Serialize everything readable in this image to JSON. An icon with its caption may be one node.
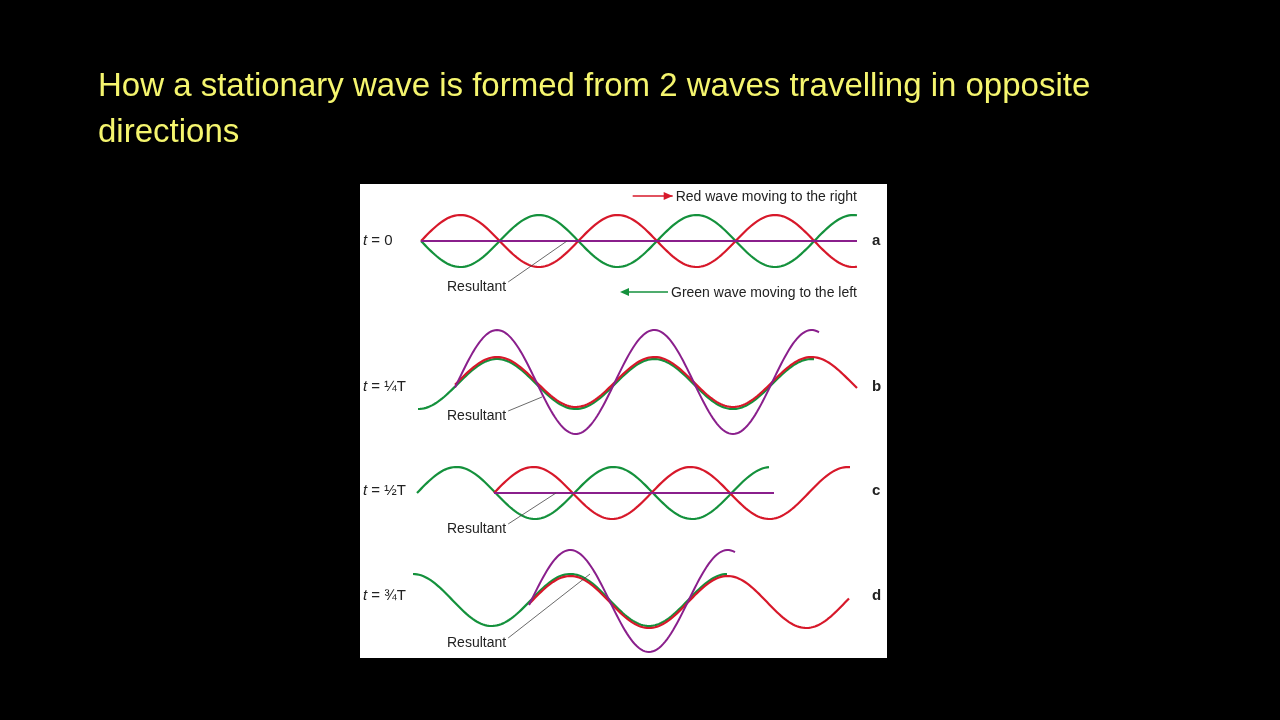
{
  "diagram": {
    "title": "How a stationary wave is formed from 2 waves travelling in opposite directions",
    "nodes": [
      {
        "text": [],
        "shape": "curve"
      },
      {
        "text": [
          "Resultant"
        ]
      },
      {
        "text": [],
        "shape": "curve"
      },
      {
        "text": [
          "Resultant"
        ]
      },
      {
        "text": [],
        "shape": "curve"
      },
      {
        "text": [
          "Resultant"
        ]
      },
      {
        "text": [],
        "shape": "curve"
      },
      {
        "text": [
          "Resultant"
        ]
      }
    ],
    "edges": [
      {
        "from": 1,
        "to": 0,
        "arrow": "none"
      },
      {
        "from": 3,
        "to": 2,
        "arrow": "none"
      },
      {
        "from": 5,
        "to": 4,
        "arrow": "none"
      },
      {
        "from": 7,
        "to": 6,
        "arrow": "none"
      }
    ],
    "labels": [
      "*t* = 0",
      "a",
      "*t* = ¼T",
      "b",
      "*t* = ½T",
      "c",
      "*t* = ¾T",
      "d"
    ],
    "legend": [
      {
        "text": "Red wave moving to the right"
      },
      {
        "text": "Green wave moving to the left"
      }
    ]
  }
}
